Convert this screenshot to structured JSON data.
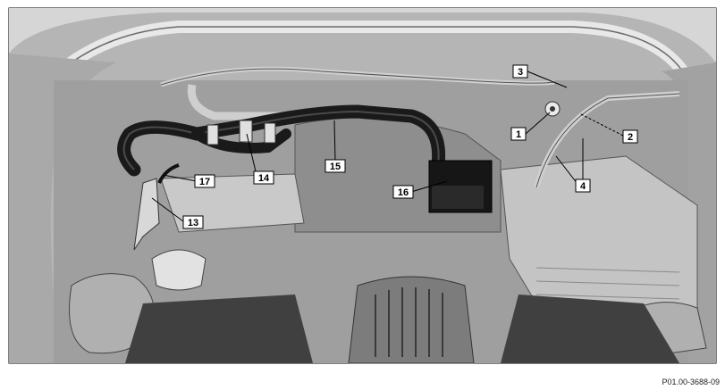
{
  "figure": {
    "reference_code": "P01.00-3688-09",
    "callouts": [
      {
        "id": "1",
        "label": "1"
      },
      {
        "id": "2",
        "label": "2"
      },
      {
        "id": "3",
        "label": "3"
      },
      {
        "id": "4",
        "label": "4"
      },
      {
        "id": "13",
        "label": "13"
      },
      {
        "id": "14",
        "label": "14"
      },
      {
        "id": "15",
        "label": "15"
      },
      {
        "id": "16",
        "label": "16"
      },
      {
        "id": "17",
        "label": "17"
      }
    ]
  }
}
